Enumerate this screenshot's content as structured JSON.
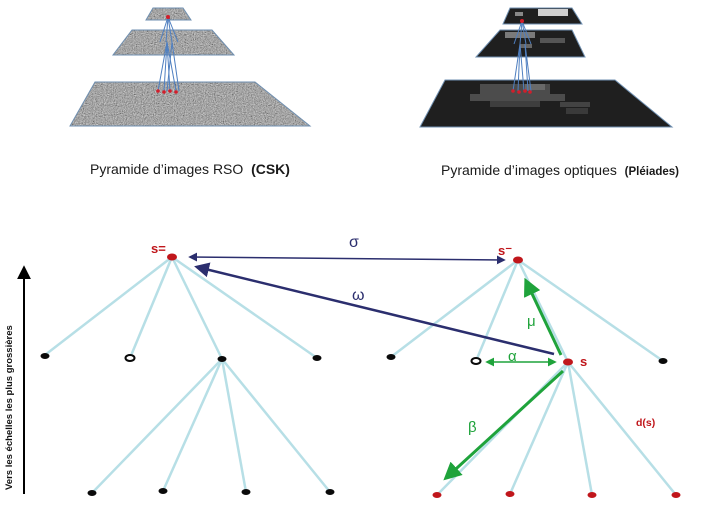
{
  "captions": {
    "left_prefix": "Pyramide d’images RSO",
    "left_bold": "(CSK)",
    "right_prefix": "Pyramide d’images optiques",
    "right_bold": "(Pléiades)"
  },
  "nodes": {
    "s_eq": "s=",
    "s_minus": "s⁻",
    "s": "s",
    "d_s": "d(s)"
  },
  "relations": {
    "sigma": "σ",
    "omega": "ω",
    "mu": "μ",
    "alpha": "α",
    "beta": "β"
  },
  "axis_label": "Vers les échelles les plus grossières",
  "colors": {
    "edge": "#b7dfe6",
    "node_black": "#0a0a0a",
    "node_red": "#c0161b",
    "navy": "#2b2e6e",
    "green": "#1fa33b"
  }
}
